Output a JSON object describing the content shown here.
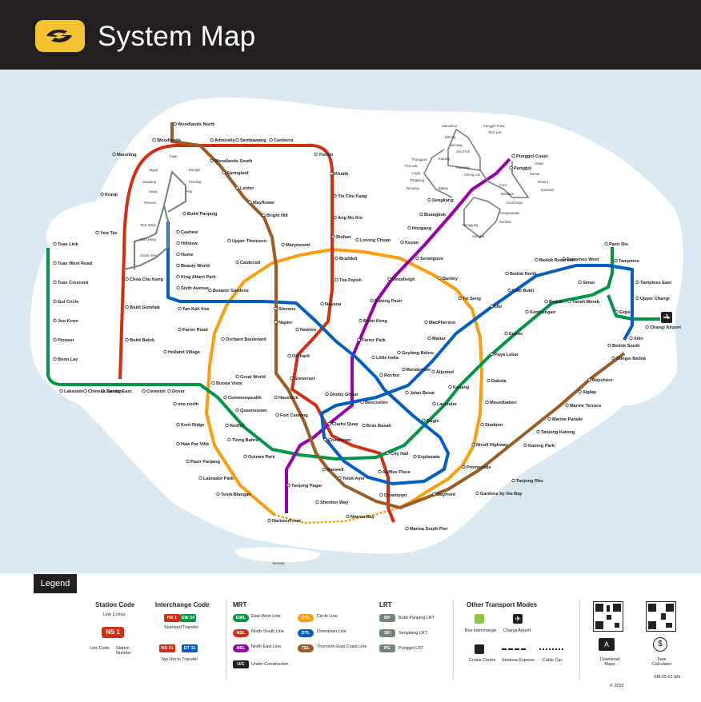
{
  "header": {
    "title": "System Map"
  },
  "legend": {
    "tag": "Legend",
    "station_code": {
      "heading": "Station Code",
      "line_colour": "Line Colour",
      "code": "NS 1",
      "line_code": "Line Code",
      "station_number": "Station Number"
    },
    "interchange_code": {
      "heading": "Interchange Code",
      "std_a": "NS 1",
      "std_b": "EW 24",
      "standard": "Standard Transfer",
      "tap_a": "NS 21",
      "tap_b": "DT 11",
      "tap": "Tap Out to Transfer"
    },
    "mrt": {
      "heading": "MRT",
      "ewl": "EWL",
      "ewl_name": "East-West Line",
      "nsl": "NSL",
      "nsl_name": "North-South Line",
      "nel": "NEL",
      "nel_name": "North East Line",
      "ccl": "CCL",
      "ccl_name": "Circle Line",
      "dtl": "DTL",
      "dtl_name": "Downtown Line",
      "tel": "TEL",
      "tel_name": "Thomson-East Coast Line",
      "uc": "U/C",
      "uc_name": "Under Construction"
    },
    "lrt": {
      "heading": "LRT",
      "bp": "BP",
      "bp_name": "Bukit Panjang LRT",
      "sk": "SK",
      "sk_name": "Sengkang LRT",
      "pg": "PG",
      "pg_name": "Punggol LRT"
    },
    "other": {
      "heading": "Other Transport Modes",
      "bus": "Bus Interchange",
      "airport": "Changi Airport",
      "cruise": "Cruise Centre",
      "sentosa": "Sentosa Express",
      "cable": "Cable Car"
    },
    "download": "Download Maps",
    "fare": "Fare Calculator",
    "code": "SM-25-01-EN",
    "copyright": "© 2025"
  },
  "colors": {
    "ewl": "#009645",
    "nsl": "#d42e12",
    "nel": "#9900aa",
    "ccl": "#fa9e0d",
    "dtl": "#005ec4",
    "tel": "#9d5b25",
    "lrt": "#748477",
    "header": "#231f20",
    "water": "#d9e8f1"
  },
  "stations": [
    {
      "id": "woodlands_north",
      "name": "Woodlands North"
    },
    {
      "id": "woodlands",
      "name": "Woodlands"
    },
    {
      "id": "admiralty",
      "name": "Admiralty"
    },
    {
      "id": "sembawang",
      "name": "Sembawang"
    },
    {
      "id": "canberra",
      "name": "Canberra"
    },
    {
      "id": "yishun",
      "name": "Yishun"
    },
    {
      "id": "khatib",
      "name": "Khatib"
    },
    {
      "id": "yio_chu_kang",
      "name": "Yio Chu Kang"
    },
    {
      "id": "ang_mo_kio",
      "name": "Ang Mo Kio"
    },
    {
      "id": "bishan",
      "name": "Bishan"
    },
    {
      "id": "braddell",
      "name": "Braddell"
    },
    {
      "id": "toa_payoh",
      "name": "Toa Payoh"
    },
    {
      "id": "novena",
      "name": "Novena"
    },
    {
      "id": "newton",
      "name": "Newton"
    },
    {
      "id": "orchard",
      "name": "Orchard"
    },
    {
      "id": "somerset",
      "name": "Somerset"
    },
    {
      "id": "dhoby_ghaut",
      "name": "Dhoby Ghaut"
    },
    {
      "id": "city_hall",
      "name": "City Hall"
    },
    {
      "id": "raffles_place",
      "name": "Raffles Place"
    },
    {
      "id": "marina_bay",
      "name": "Marina Bay"
    },
    {
      "id": "marina_south_pier",
      "name": "Marina South Pier"
    },
    {
      "id": "marsiling",
      "name": "Marsiling"
    },
    {
      "id": "kranji",
      "name": "Kranji"
    },
    {
      "id": "yew_tee",
      "name": "Yew Tee"
    },
    {
      "id": "choa_chu_kang",
      "name": "Choa Chu Kang"
    },
    {
      "id": "bukit_gombak",
      "name": "Bukit Gombak"
    },
    {
      "id": "bukit_batok",
      "name": "Bukit Batok"
    },
    {
      "id": "jurong_east",
      "name": "Jurong East"
    },
    {
      "id": "tuas_link",
      "name": "Tuas Link"
    },
    {
      "id": "tuas_west_road",
      "name": "Tuas West Road"
    },
    {
      "id": "tuas_crescent",
      "name": "Tuas Crescent"
    },
    {
      "id": "gul_circle",
      "name": "Gul Circle"
    },
    {
      "id": "joo_koon",
      "name": "Joo Koon"
    },
    {
      "id": "pioneer",
      "name": "Pioneer"
    },
    {
      "id": "boon_lay",
      "name": "Boon Lay"
    },
    {
      "id": "lakeside",
      "name": "Lakeside"
    },
    {
      "id": "chinese_garden",
      "name": "Chinese Garden"
    },
    {
      "id": "clementi",
      "name": "Clementi"
    },
    {
      "id": "dover",
      "name": "Dover"
    },
    {
      "id": "buona_vista",
      "name": "Buona Vista"
    },
    {
      "id": "commonwealth",
      "name": "Commonwealth"
    },
    {
      "id": "queenstown",
      "name": "Queenstown"
    },
    {
      "id": "redhill",
      "name": "Redhill"
    },
    {
      "id": "tiong_bahru",
      "name": "Tiong Bahru"
    },
    {
      "id": "outram_park",
      "name": "Outram Park"
    },
    {
      "id": "tanjong_pagar",
      "name": "Tanjong Pagar"
    },
    {
      "id": "bugis",
      "name": "Bugis"
    },
    {
      "id": "lavender",
      "name": "Lavender"
    },
    {
      "id": "kallang",
      "name": "Kallang"
    },
    {
      "id": "aljunied",
      "name": "Aljunied"
    },
    {
      "id": "paya_lebar",
      "name": "Paya Lebar"
    },
    {
      "id": "eunos",
      "name": "Eunos"
    },
    {
      "id": "kembangan",
      "name": "Kembangan"
    },
    {
      "id": "bedok",
      "name": "Bedok"
    },
    {
      "id": "tanah_merah",
      "name": "Tanah Merah"
    },
    {
      "id": "simei",
      "name": "Simei"
    },
    {
      "id": "tampines",
      "name": "Tampines"
    },
    {
      "id": "pasir_ris",
      "name": "Pasir Ris"
    },
    {
      "id": "expo",
      "name": "Expo"
    },
    {
      "id": "changi_airport",
      "name": "Changi Airport"
    },
    {
      "id": "harbourfront",
      "name": "HarbourFront"
    },
    {
      "id": "telok_blangah",
      "name": "Telok Blangah"
    },
    {
      "id": "labrador_park",
      "name": "Labrador Park"
    },
    {
      "id": "pasir_panjang",
      "name": "Pasir Panjang"
    },
    {
      "id": "haw_par_villa",
      "name": "Haw Par Villa"
    },
    {
      "id": "kent_ridge",
      "name": "Kent Ridge"
    },
    {
      "id": "one_north",
      "name": "one-north"
    },
    {
      "id": "holland_village",
      "name": "Holland Village"
    },
    {
      "id": "farrer_road",
      "name": "Farrer Road"
    },
    {
      "id": "botanic_gardens",
      "name": "Botanic Gardens"
    },
    {
      "id": "caldecott",
      "name": "Caldecott"
    },
    {
      "id": "marymount",
      "name": "Marymount"
    },
    {
      "id": "lorong_chuan",
      "name": "Lorong Chuan"
    },
    {
      "id": "serangoon",
      "name": "Serangoon"
    },
    {
      "id": "bartley",
      "name": "Bartley"
    },
    {
      "id": "tai_seng",
      "name": "Tai Seng"
    },
    {
      "id": "macpherson",
      "name": "MacPherson"
    },
    {
      "id": "dakota",
      "name": "Dakota"
    },
    {
      "id": "mountbatten",
      "name": "Mountbatten"
    },
    {
      "id": "stadium",
      "name": "Stadium"
    },
    {
      "id": "nicoll_highway",
      "name": "Nicoll Highway"
    },
    {
      "id": "promenade",
      "name": "Promenade"
    },
    {
      "id": "esplanade",
      "name": "Esplanade"
    },
    {
      "id": "bras_basah",
      "name": "Bras Basah"
    },
    {
      "id": "bayfront",
      "name": "Bayfront"
    },
    {
      "id": "punggol_coast",
      "name": "Punggol Coast"
    },
    {
      "id": "punggol",
      "name": "Punggol"
    },
    {
      "id": "sengkang",
      "name": "Sengkang"
    },
    {
      "id": "buangkok",
      "name": "Buangkok"
    },
    {
      "id": "hougang",
      "name": "Hougang"
    },
    {
      "id": "kovan",
      "name": "Kovan"
    },
    {
      "id": "woodleigh",
      "name": "Woodleigh"
    },
    {
      "id": "potong_pasir",
      "name": "Potong Pasir"
    },
    {
      "id": "boon_keng",
      "name": "Boon Keng"
    },
    {
      "id": "farrer_park",
      "name": "Farrer Park"
    },
    {
      "id": "little_india",
      "name": "Little India"
    },
    {
      "id": "clarke_quay",
      "name": "Clarke Quay"
    },
    {
      "id": "chinatown",
      "name": "Chinatown"
    },
    {
      "id": "bukit_panjang",
      "name": "Bukit Panjang"
    },
    {
      "id": "cashew",
      "name": "Cashew"
    },
    {
      "id": "hillview",
      "name": "Hillview"
    },
    {
      "id": "hume",
      "name": "Hume"
    },
    {
      "id": "beauty_world",
      "name": "Beauty World"
    },
    {
      "id": "king_albert_park",
      "name": "King Albert Park"
    },
    {
      "id": "sixth_avenue",
      "name": "Sixth Avenue"
    },
    {
      "id": "tan_kah_kee",
      "name": "Tan Kah Kee"
    },
    {
      "id": "stevens",
      "name": "Stevens"
    },
    {
      "id": "rochor",
      "name": "Rochor"
    },
    {
      "id": "jalan_besar",
      "name": "Jalan Besar"
    },
    {
      "id": "bencoolen",
      "name": "Bencoolen"
    },
    {
      "id": "fort_canning",
      "name": "Fort Canning"
    },
    {
      "id": "telok_ayer",
      "name": "Telok Ayer"
    },
    {
      "id": "downtown",
      "name": "Downtown"
    },
    {
      "id": "bendemeer",
      "name": "Bendemeer"
    },
    {
      "id": "geylang_bahru",
      "name": "Geylang Bahru"
    },
    {
      "id": "mattar",
      "name": "Mattar"
    },
    {
      "id": "ubi",
      "name": "Ubi"
    },
    {
      "id": "kaki_bukit",
      "name": "Kaki Bukit"
    },
    {
      "id": "bedok_north",
      "name": "Bedok North"
    },
    {
      "id": "bedok_reservoir",
      "name": "Bedok Reservoir"
    },
    {
      "id": "tampines_west",
      "name": "Tampines West"
    },
    {
      "id": "tampines_east",
      "name": "Tampines East"
    },
    {
      "id": "upper_changi",
      "name": "Upper Changi"
    },
    {
      "id": "springleaf",
      "name": "Springleaf"
    },
    {
      "id": "lentor",
      "name": "Lentor"
    },
    {
      "id": "mayflower",
      "name": "Mayflower"
    },
    {
      "id": "bright_hill",
      "name": "Bright Hill"
    },
    {
      "id": "upper_thomson",
      "name": "Upper Thomson"
    },
    {
      "id": "woodlands_south",
      "name": "Woodlands South"
    },
    {
      "id": "napier",
      "name": "Napier"
    },
    {
      "id": "orchard_boulevard",
      "name": "Orchard Boulevard"
    },
    {
      "id": "great_world",
      "name": "Great World"
    },
    {
      "id": "havelock",
      "name": "Havelock"
    },
    {
      "id": "maxwell",
      "name": "Maxwell"
    },
    {
      "id": "shenton_way",
      "name": "Shenton Way"
    },
    {
      "id": "gardens_by_the_bay",
      "name": "Gardens by the Bay"
    },
    {
      "id": "tanjong_rhu",
      "name": "Tanjong Rhu"
    },
    {
      "id": "katong_park",
      "name": "Katong Park"
    },
    {
      "id": "tanjong_katong",
      "name": "Tanjong Katong"
    },
    {
      "id": "marine_parade",
      "name": "Marine Parade"
    },
    {
      "id": "marine_terrace",
      "name": "Marine Terrace"
    },
    {
      "id": "siglap",
      "name": "Siglap"
    },
    {
      "id": "bayshore",
      "name": "Bayshore"
    },
    {
      "id": "bedok_south",
      "name": "Bedok South"
    },
    {
      "id": "sungei_bedok",
      "name": "Sungei Bedok"
    },
    {
      "id": "xilin",
      "name": "Xilin"
    },
    {
      "id": "phoenix",
      "name": "Phoenix"
    },
    {
      "id": "teck_whye",
      "name": "Teck Whye"
    },
    {
      "id": "keat_hong",
      "name": "Keat Hong"
    },
    {
      "id": "south_view",
      "name": "South View"
    },
    {
      "id": "fajar",
      "name": "Fajar"
    },
    {
      "id": "segar",
      "name": "Segar"
    },
    {
      "id": "bangkit",
      "name": "Bangkit"
    },
    {
      "id": "jelapang",
      "name": "Jelapang"
    },
    {
      "id": "pending",
      "name": "Pending"
    },
    {
      "id": "senja",
      "name": "Senja"
    },
    {
      "id": "petir",
      "name": "Petir"
    },
    {
      "id": "sentosa",
      "name": "Sentosa"
    }
  ],
  "lrt_labels": [
    "Samudera",
    "Punggol Point",
    "Teck Lee",
    "Nibong",
    "Sumang",
    "Soo Teck",
    "Oasis",
    "Damai",
    "Kadaloor",
    "Riviera",
    "Coral Edge",
    "Meridian",
    "Cove",
    "Kupang",
    "Thanggam",
    "Farmway",
    "Cheng Lim",
    "Fernvale",
    "Layar",
    "Tongkang",
    "Renjong",
    "Bakau",
    "Kangkar",
    "Ranggung",
    "Compassvale",
    "Rumbia"
  ]
}
